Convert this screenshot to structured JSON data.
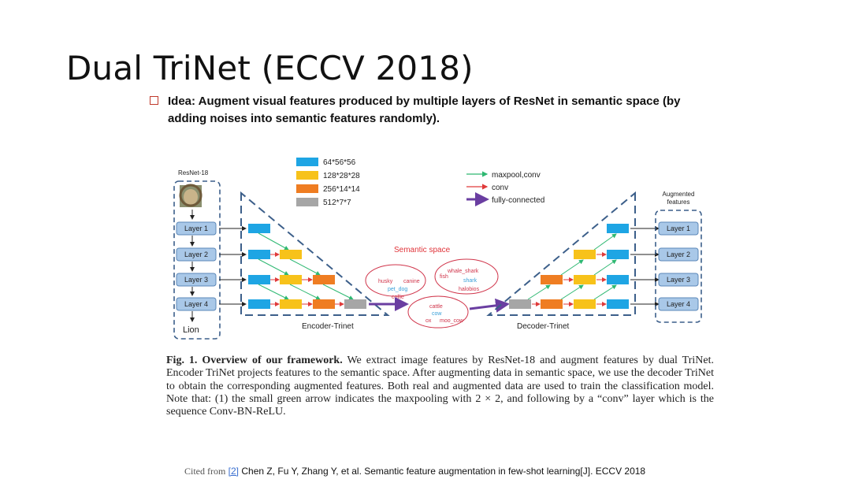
{
  "slide": {
    "title": "Dual TriNet (ECCV 2018)",
    "bullet": "Idea: Augment visual features produced by multiple layers of ResNet in semantic space (by adding noises into semantic features randomly)."
  },
  "figure": {
    "left_header": "ResNet-18",
    "right_header": [
      "Augmented",
      "features"
    ],
    "layers": [
      "Layer 1",
      "Layer 2",
      "Layer 3",
      "Layer 4"
    ],
    "input_label": "Lion",
    "size_legend": [
      {
        "label": "64*56*56",
        "color": "#1ea5e4"
      },
      {
        "label": "128*28*28",
        "color": "#f7c21a"
      },
      {
        "label": "256*14*14",
        "color": "#ef7d22"
      },
      {
        "label": "512*7*7",
        "color": "#a6a6a6"
      }
    ],
    "arrow_legend": [
      {
        "label": "maxpool,conv",
        "color": "#2eb872"
      },
      {
        "label": "conv",
        "color": "#e03a3a"
      },
      {
        "label": "fully-connected",
        "color": "#6a3ea1"
      }
    ],
    "semantic_title": "Semantic space",
    "clusters": [
      {
        "words": [
          {
            "t": "husky",
            "c": "#d0344a"
          },
          {
            "t": "canine",
            "c": "#d0344a"
          },
          {
            "t": "pet_dog",
            "c": "#3aa0d8"
          },
          {
            "t": "collie",
            "c": "#d0344a"
          }
        ]
      },
      {
        "words": [
          {
            "t": "whale_shark",
            "c": "#d0344a"
          },
          {
            "t": "fish",
            "c": "#d0344a"
          },
          {
            "t": "shark",
            "c": "#3aa0d8"
          },
          {
            "t": "halobios",
            "c": "#d0344a"
          }
        ]
      },
      {
        "words": [
          {
            "t": "cattle",
            "c": "#d0344a"
          },
          {
            "t": "cow",
            "c": "#3aa0d8"
          },
          {
            "t": "ox",
            "c": "#d0344a"
          },
          {
            "t": "moo_cow",
            "c": "#d0344a"
          }
        ]
      }
    ],
    "encoder_label": "Encoder-Trinet",
    "decoder_label": "Decoder-Trinet"
  },
  "caption": {
    "lead": "Fig. 1. Overview of our framework.",
    "body": " We extract image features by ResNet-18 and augment features by dual TriNet. Encoder TriNet projects features to the semantic space. After augmenting data in semantic space, we use the decoder TriNet to obtain the corresponding augmented features. Both real and augmented data are used to train the classification model. Note that: (1) the small green arrow indicates the maxpooling with 2 × 2, and following by a “conv” layer which is the sequence Conv-BN-ReLU."
  },
  "citation": {
    "prefix": "Cited from",
    "ref": "[2]",
    "text": "Chen Z, Fu Y, Zhang Y, et al. Semantic feature augmentation in few-shot learning[J]. ECCV 2018"
  },
  "colors": {
    "layer_box": "#a9c8e8",
    "layer_border": "#5b87b8",
    "dashed_frame": "#3c5f8a",
    "accent_red": "#c0392b"
  }
}
